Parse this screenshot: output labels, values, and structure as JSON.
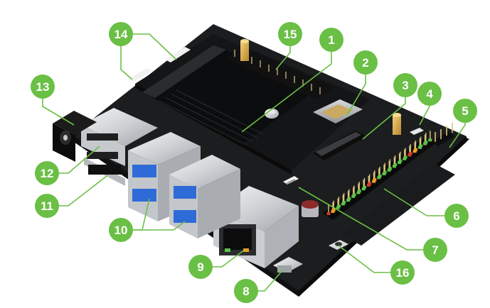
{
  "diagram": {
    "callout_color": "#6abf45",
    "board_color": "#1b1d1f",
    "callouts": [
      {
        "label": "1"
      },
      {
        "label": "2"
      },
      {
        "label": "3"
      },
      {
        "label": "4"
      },
      {
        "label": "5"
      },
      {
        "label": "6"
      },
      {
        "label": "7"
      },
      {
        "label": "8"
      },
      {
        "label": "9"
      },
      {
        "label": "10"
      },
      {
        "label": "11"
      },
      {
        "label": "12"
      },
      {
        "label": "13"
      },
      {
        "label": "14"
      },
      {
        "label": "15"
      },
      {
        "label": "16"
      }
    ]
  }
}
